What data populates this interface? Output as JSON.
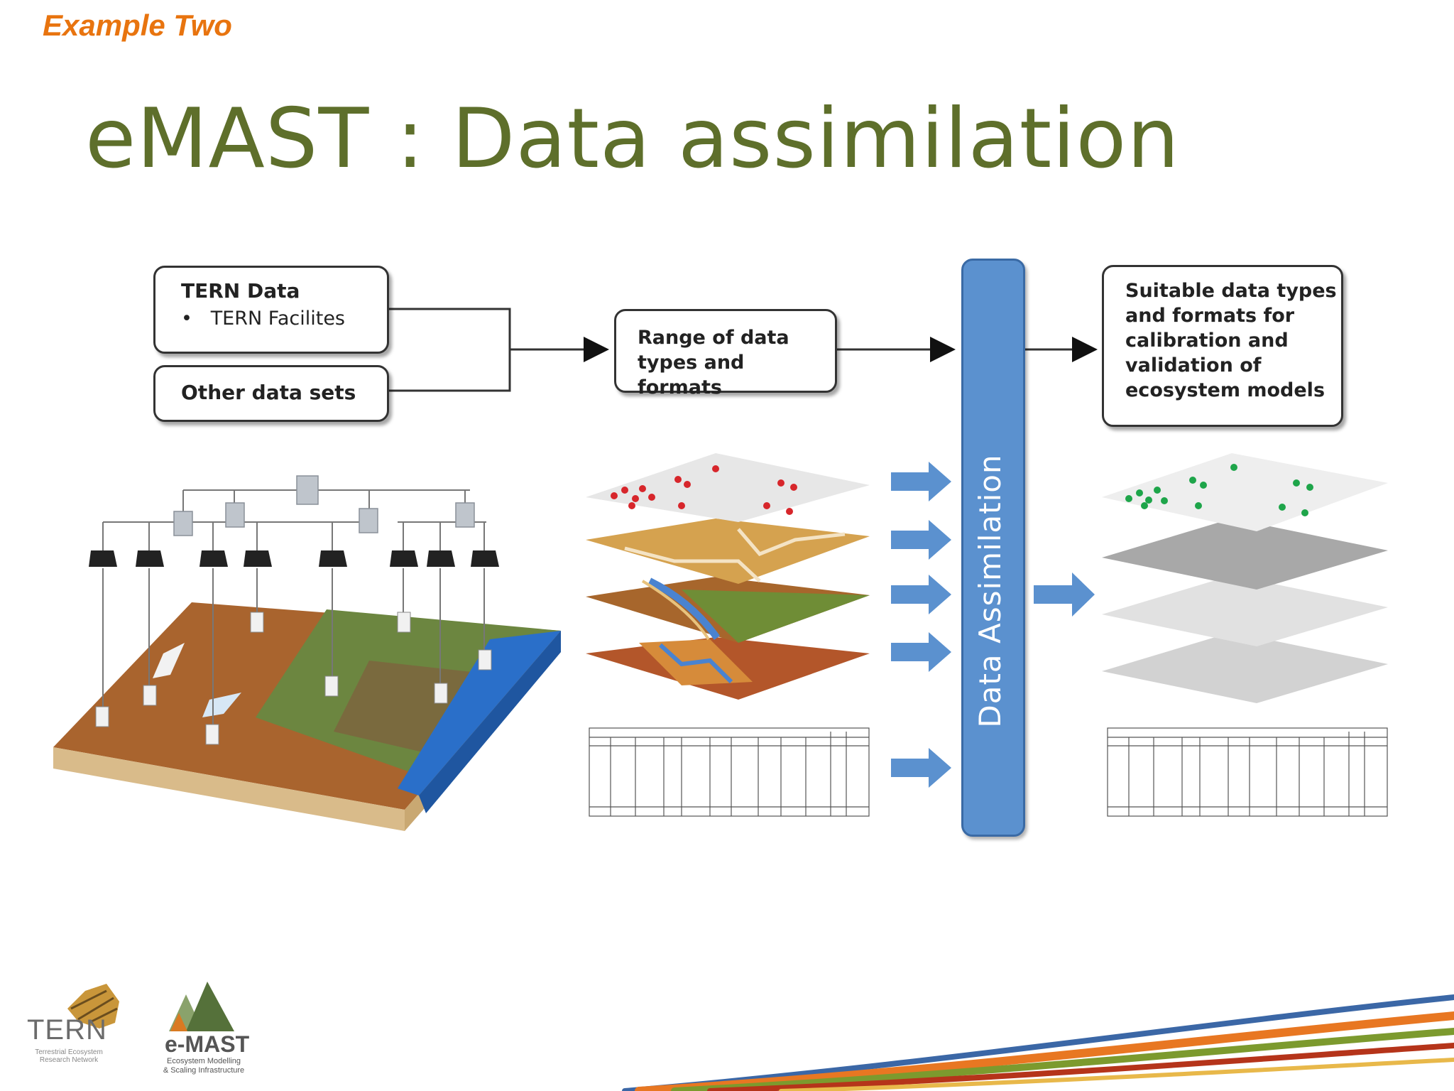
{
  "slide": {
    "label": "Example Two",
    "title": "eMAST : Data assimilation"
  },
  "diagram": {
    "tern_box": {
      "title": "TERN Data",
      "bullet": "TERN Facilites"
    },
    "other_box": {
      "label": "Other data sets"
    },
    "range_box": {
      "line1": "Range of data",
      "line2": "types and formats"
    },
    "suitable_box": {
      "line1": "Suitable data types",
      "line2": "and formats for",
      "line3": "calibration and",
      "line4": "validation of",
      "line5": "ecosystem models"
    },
    "assimilation_bar": {
      "label": "Data Assimilation"
    }
  },
  "logos": {
    "tern": {
      "name": "TERN",
      "tagline": "Terrestrial Ecosystem Research Network"
    },
    "emast": {
      "name": "e-MAST",
      "line1": "Ecosystem Modelling",
      "line2": "& Scaling Infrastructure"
    }
  },
  "colors": {
    "title_green": "#5e6f2b",
    "label_orange": "#e8740f",
    "assimilation_blue": "#5b91cf"
  }
}
